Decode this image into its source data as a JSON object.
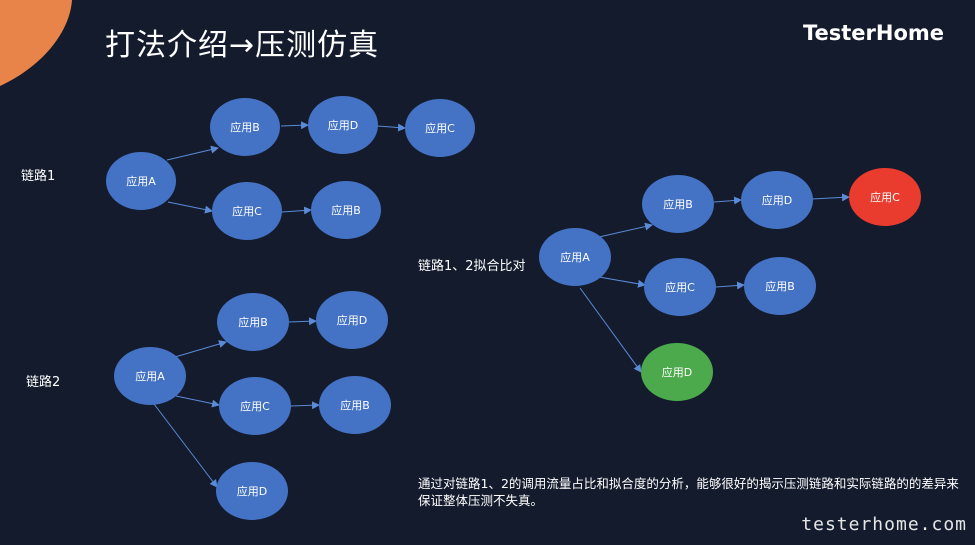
{
  "title": "打法介绍→压测仿真",
  "brand": "TesterHome",
  "watermark": "testerhome.com",
  "labels": {
    "chain1": "链路1",
    "chain2": "链路2",
    "merged": "链路1、2拟合比对"
  },
  "nodes": {
    "app_a": "应用A",
    "app_b": "应用B",
    "app_c": "应用C",
    "app_d": "应用D"
  },
  "colors": {
    "background": "#141b2d",
    "node": "#4472c4",
    "node_red": "#ea3b2f",
    "node_green": "#4caa4c",
    "accent_orange": "#e8834a",
    "edge": "#5b8bd6"
  },
  "description": "通过对链路1、2的调用流量占比和拟合度的分析，能够很好的揭示压测链路和实际链路的的差异来保证整体压测不失真。"
}
